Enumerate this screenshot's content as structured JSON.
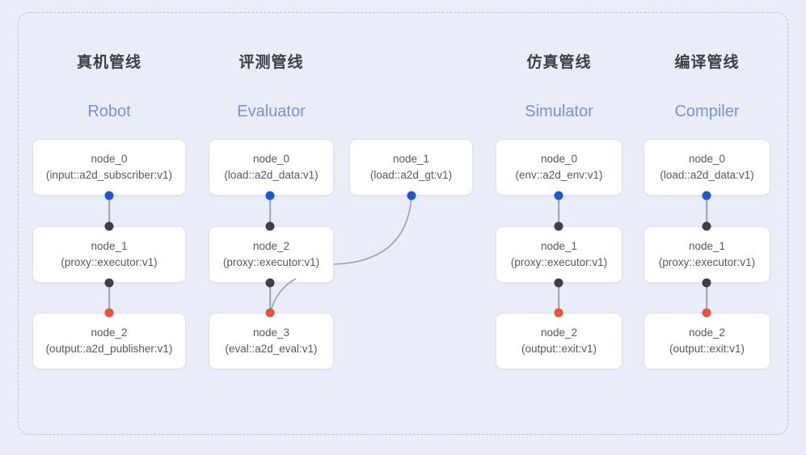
{
  "background_color": "#e8edf8",
  "frame": {
    "border_style": "dashed",
    "border_color": "#b6bdcb"
  },
  "palette": {
    "title_cn": "#3c4043",
    "title_en": "#7b93d6",
    "node_text": "#55595e",
    "node_bg": "#ffffff",
    "node_border": "#dfe3ec",
    "port_input": "#1a56d6",
    "port_middle": "#3c4043",
    "port_output": "#e8523a",
    "edge": "#9aa3b2"
  },
  "columns": [
    {
      "title_cn": "真机管线",
      "title_en": "Robot",
      "nodes": [
        {
          "name": "node_0",
          "type": "(input::a2d_subscriber:v1)"
        },
        {
          "name": "node_1",
          "type": "(proxy::executor:v1)"
        },
        {
          "name": "node_2",
          "type": "(output::a2d_publisher:v1)"
        }
      ]
    },
    {
      "title_cn": "评测管线",
      "title_en": "Evaluator",
      "nodes": [
        {
          "name": "node_0",
          "type": "(load::a2d_data:v1)"
        },
        {
          "name": "node_1",
          "type": "(load::a2d_gt:v1)"
        },
        {
          "name": "node_2",
          "type": "(proxy::executor:v1)"
        },
        {
          "name": "node_3",
          "type": "(eval::a2d_eval:v1)"
        }
      ]
    },
    {
      "title_cn": "仿真管线",
      "title_en": "Simulator",
      "nodes": [
        {
          "name": "node_0",
          "type": "(env::a2d_env:v1)"
        },
        {
          "name": "node_1",
          "type": "(proxy::executor:v1)"
        },
        {
          "name": "node_2",
          "type": "(output::exit:v1)"
        }
      ]
    },
    {
      "title_cn": "编译管线",
      "title_en": "Compiler",
      "nodes": [
        {
          "name": "node_0",
          "type": "(load::a2d_data:v1)"
        },
        {
          "name": "node_1",
          "type": "(proxy::executor:v1)"
        },
        {
          "name": "node_2",
          "type": "(output::exit:v1)"
        }
      ]
    }
  ]
}
